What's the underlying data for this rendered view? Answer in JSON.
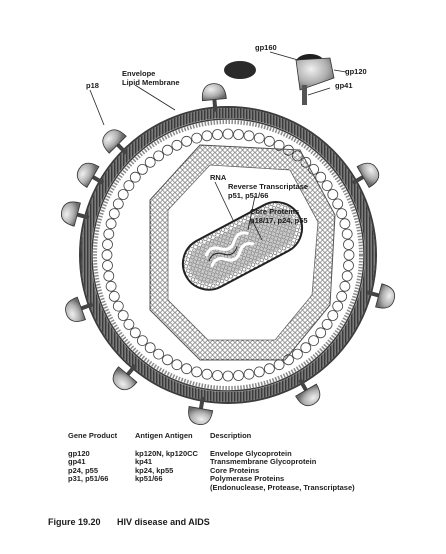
{
  "labels": {
    "gp160": "gp160",
    "gp120": "gp120",
    "gp41": "gp41",
    "p18": "p18",
    "envelope_line1": "Envelope",
    "envelope_line2": "Lipid Membrane",
    "rna": "RNA",
    "rt_line1": "Reverse Transcriptase",
    "rt_line2": "p51, p51/66",
    "core_line1": "Core Proteins",
    "core_line2": "p18/17, p24, p55"
  },
  "table": {
    "headers": [
      "Gene Product",
      "Antigen Antigen",
      "Description"
    ],
    "rows": [
      [
        "gp120",
        "kp120N, kp120CC",
        "Envelope Glycoprotein"
      ],
      [
        "gp41",
        "kp41",
        "Transmembrane Glycoprotein"
      ],
      [
        "p24, p55",
        "kp24, kp55",
        "Core Proteins"
      ],
      [
        "p31, p51/66",
        "kp51/66",
        "Polymerase Proteins"
      ],
      [
        "",
        "",
        "(Endonuclease, Protease, Transcriptase)"
      ]
    ]
  },
  "caption": {
    "figure": "Figure 19.20",
    "title": "HIV disease and AIDS"
  },
  "colors": {
    "ink": "#1a1a1a",
    "membrane": "#5e5e5e",
    "membrane_inner": "#8d8d8d",
    "knob": "#b8b8b8"
  }
}
